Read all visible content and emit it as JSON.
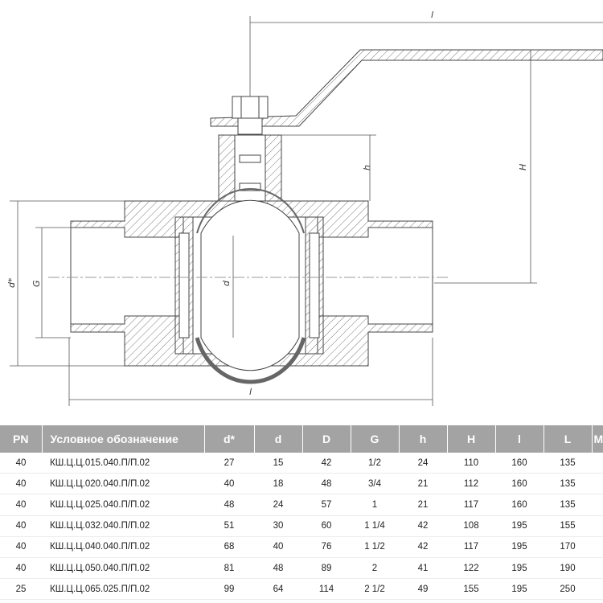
{
  "drawing": {
    "labels": {
      "top_l": "l",
      "bottom_l": "l",
      "h": "h",
      "H": "H",
      "d_star": "d*",
      "G": "G",
      "d": "d"
    }
  },
  "table": {
    "headers": [
      "PN",
      "Условное обозначение",
      "d*",
      "d",
      "D",
      "G",
      "h",
      "H",
      "l",
      "L",
      "M"
    ],
    "rows": [
      [
        "40",
        "КШ.Ц.Ц.015.040.П/П.02",
        "27",
        "15",
        "42",
        "1/2",
        "24",
        "110",
        "160",
        "135"
      ],
      [
        "40",
        "КШ.Ц.Ц.020.040.П/П.02",
        "40",
        "18",
        "48",
        "3/4",
        "21",
        "112",
        "160",
        "135"
      ],
      [
        "40",
        "КШ.Ц.Ц.025.040.П/П.02",
        "48",
        "24",
        "57",
        "1",
        "21",
        "117",
        "160",
        "135"
      ],
      [
        "40",
        "КШ.Ц.Ц.032.040.П/П.02",
        "51",
        "30",
        "60",
        "1 1/4",
        "42",
        "108",
        "195",
        "155"
      ],
      [
        "40",
        "КШ.Ц.Ц.040.040.П/П.02",
        "68",
        "40",
        "76",
        "1 1/2",
        "42",
        "117",
        "195",
        "170"
      ],
      [
        "40",
        "КШ.Ц.Ц.050.040.П/П.02",
        "81",
        "48",
        "89",
        "2",
        "41",
        "122",
        "195",
        "190"
      ],
      [
        "25",
        "КШ.Ц.Ц.065.025.П/П.02",
        "99",
        "64",
        "114",
        "2 1/2",
        "49",
        "155",
        "195",
        "250"
      ]
    ]
  }
}
